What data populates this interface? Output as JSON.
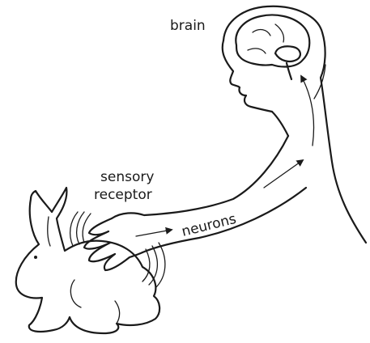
{
  "labels": {
    "brain": "brain",
    "sensory_receptor_line1": "sensory",
    "sensory_receptor_line2": "receptor",
    "neurons": "neurons"
  },
  "colors": {
    "fill": "#b7d9da",
    "ink": "#1a1a1a",
    "background": "#ffffff"
  }
}
